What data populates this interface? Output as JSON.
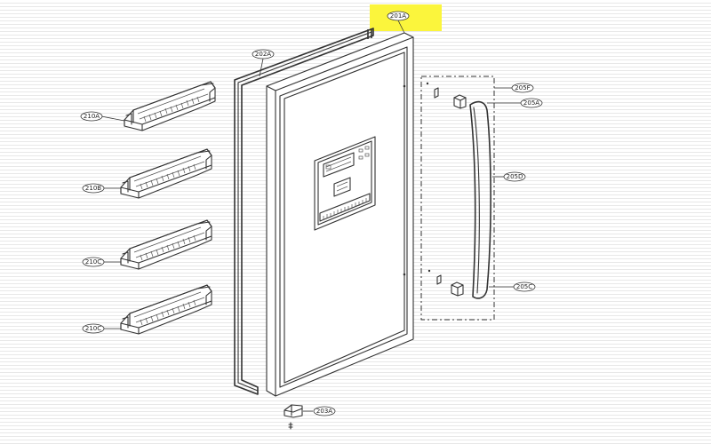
{
  "diagram": {
    "highlight_color": "#fbf53c",
    "line_color": "#333333",
    "labels": {
      "door": "201A",
      "gasket": "202A",
      "hinge": "203A",
      "handle_cap_top": "205A",
      "handle_bar": "205D",
      "handle_cap_bottom": "205C",
      "handle_bracket": "205F",
      "basket_1": "210A",
      "basket_2": "210B",
      "basket_3": "210C",
      "basket_4": "210C"
    }
  }
}
